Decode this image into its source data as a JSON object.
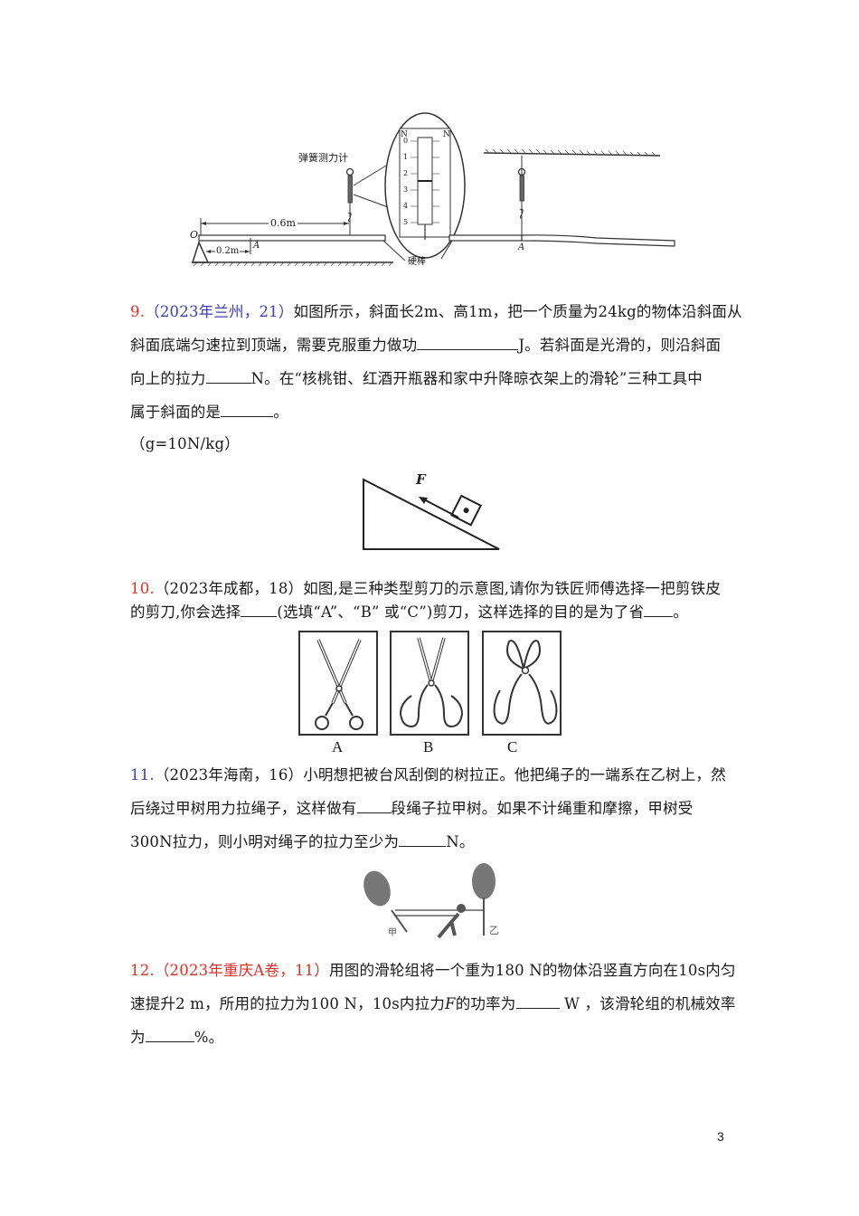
{
  "page": {
    "number": "3"
  },
  "figure_top": {
    "labels": {
      "spring_scale": "弹簧测力计",
      "distance_long": "0.6m",
      "distance_short": "0.2m",
      "pivot": "O",
      "point_a_left": "A",
      "point_a_right": "A",
      "rod": "硬棒",
      "scale_unit_left": "N",
      "scale_unit_right": "N",
      "scale_ticks": [
        "0",
        "1",
        "2",
        "3",
        "4",
        "5"
      ]
    }
  },
  "q9": {
    "number": "9.",
    "source": "（2023年兰州，21）",
    "line1": "如图所示，斜面长2m、高1m，把一个质量为24kg的物体沿斜面从",
    "line2_a": "斜面底端匀速拉到顶端，需要克服重力做功",
    "line2_b": "J。若斜面是光滑的，则沿斜面",
    "line3_a": "向上的拉力",
    "line3_b": "N。在“核桃钳、红酒开瓶器和家中升降晾衣架上的滑轮”三种工具中",
    "line4_a": "属于斜面的是",
    "line4_b": "。",
    "note": "（g=10N/kg）",
    "figure_label": "F"
  },
  "q10": {
    "number": "10.",
    "source": "（2023年成都，18）",
    "line1": "如图,是三种类型剪刀的示意图,请你为铁匠师傅选择一把剪铁皮",
    "line2_a": "的剪刀,你会选择",
    "line2_b": "(选填“A”、“B” 或“C”)剪刀，这样选择的目的是为了省",
    "line2_c": "。",
    "captions": [
      "A",
      "B",
      "C"
    ]
  },
  "q11": {
    "number": "11.",
    "source": "（2023年海南，16）",
    "line1": "小明想把被台风刮倒的树拉正。他把绳子的一端系在乙树上，然",
    "line2_a": "后绕过甲树用力拉绳子，这样做有",
    "line2_b": "段绳子拉甲树。如果不计绳重和摩擦，甲树受",
    "line3_a": "300N拉力，则小明对绳子的拉力至少为",
    "line3_b": "N。",
    "tree_labels": [
      "甲",
      "乙"
    ]
  },
  "q12": {
    "number": "12.",
    "source": "（2023年重庆A卷，11）",
    "line1": "用图的滑轮组将一个重为180 N的物体沿竖直方向在10s内匀",
    "line2_a": "速提升2 m，所用的拉力为100 N，10s内拉力",
    "line2_f": "F",
    "line2_b": "的功率为",
    "line2_c": " W ，该滑轮组的机械效率",
    "line3_a": "为",
    "line3_b": "%。"
  },
  "colors": {
    "red_label": "#d9302a",
    "blue_label": "#3b3fb0",
    "text": "#1a1a1a"
  }
}
